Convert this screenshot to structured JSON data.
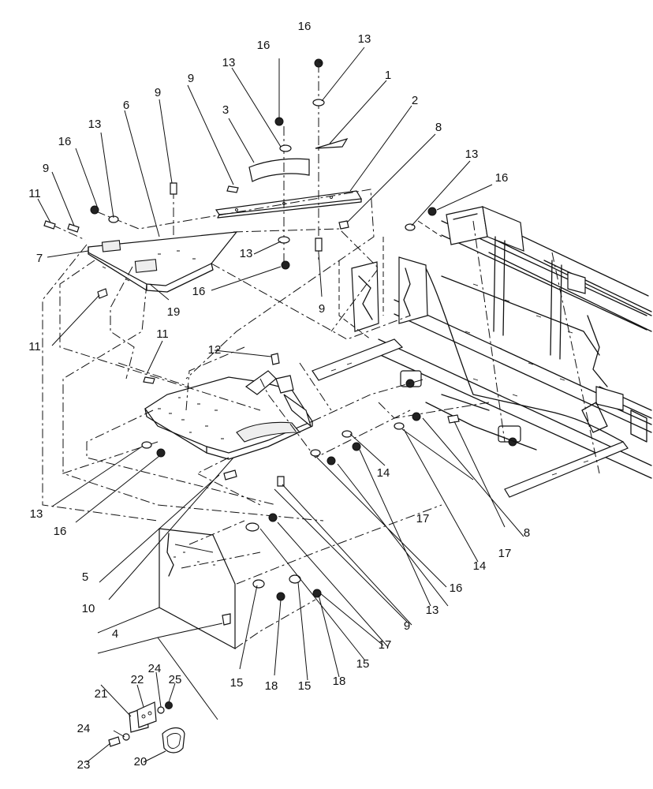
{
  "callouts": [
    {
      "id": "c1",
      "text": "1"
    },
    {
      "id": "c2",
      "text": "2"
    },
    {
      "id": "c3",
      "text": "3"
    },
    {
      "id": "c4",
      "text": "4"
    },
    {
      "id": "c5",
      "text": "5"
    },
    {
      "id": "c6",
      "text": "6"
    },
    {
      "id": "c7",
      "text": "7"
    },
    {
      "id": "c8a",
      "text": "8"
    },
    {
      "id": "c8b",
      "text": "8"
    },
    {
      "id": "c9a",
      "text": "9"
    },
    {
      "id": "c9b",
      "text": "9"
    },
    {
      "id": "c9c",
      "text": "9"
    },
    {
      "id": "c9d",
      "text": "9"
    },
    {
      "id": "c9e",
      "text": "9"
    },
    {
      "id": "c10",
      "text": "10"
    },
    {
      "id": "c11a",
      "text": "11"
    },
    {
      "id": "c11b",
      "text": "11"
    },
    {
      "id": "c11c",
      "text": "11"
    },
    {
      "id": "c12",
      "text": "12"
    },
    {
      "id": "c13a",
      "text": "13"
    },
    {
      "id": "c13b",
      "text": "13"
    },
    {
      "id": "c13c",
      "text": "13"
    },
    {
      "id": "c13d",
      "text": "13"
    },
    {
      "id": "c13e",
      "text": "13"
    },
    {
      "id": "c13f",
      "text": "13"
    },
    {
      "id": "c13g",
      "text": "13"
    },
    {
      "id": "c14a",
      "text": "14"
    },
    {
      "id": "c14b",
      "text": "14"
    },
    {
      "id": "c15a",
      "text": "15"
    },
    {
      "id": "c15b",
      "text": "15"
    },
    {
      "id": "c15c",
      "text": "15"
    },
    {
      "id": "c16a",
      "text": "16"
    },
    {
      "id": "c16b",
      "text": "16"
    },
    {
      "id": "c16c",
      "text": "16"
    },
    {
      "id": "c16d",
      "text": "16"
    },
    {
      "id": "c16e",
      "text": "16"
    },
    {
      "id": "c16f",
      "text": "16"
    },
    {
      "id": "c17a",
      "text": "17"
    },
    {
      "id": "c17b",
      "text": "17"
    },
    {
      "id": "c17c",
      "text": "17"
    },
    {
      "id": "c18a",
      "text": "18"
    },
    {
      "id": "c18b",
      "text": "18"
    },
    {
      "id": "c19",
      "text": "19"
    },
    {
      "id": "c20",
      "text": "20"
    },
    {
      "id": "c21",
      "text": "21"
    },
    {
      "id": "c22",
      "text": "22"
    },
    {
      "id": "c23",
      "text": "23"
    },
    {
      "id": "c24a",
      "text": "24"
    },
    {
      "id": "c24b",
      "text": "24"
    },
    {
      "id": "c25",
      "text": "25"
    }
  ]
}
